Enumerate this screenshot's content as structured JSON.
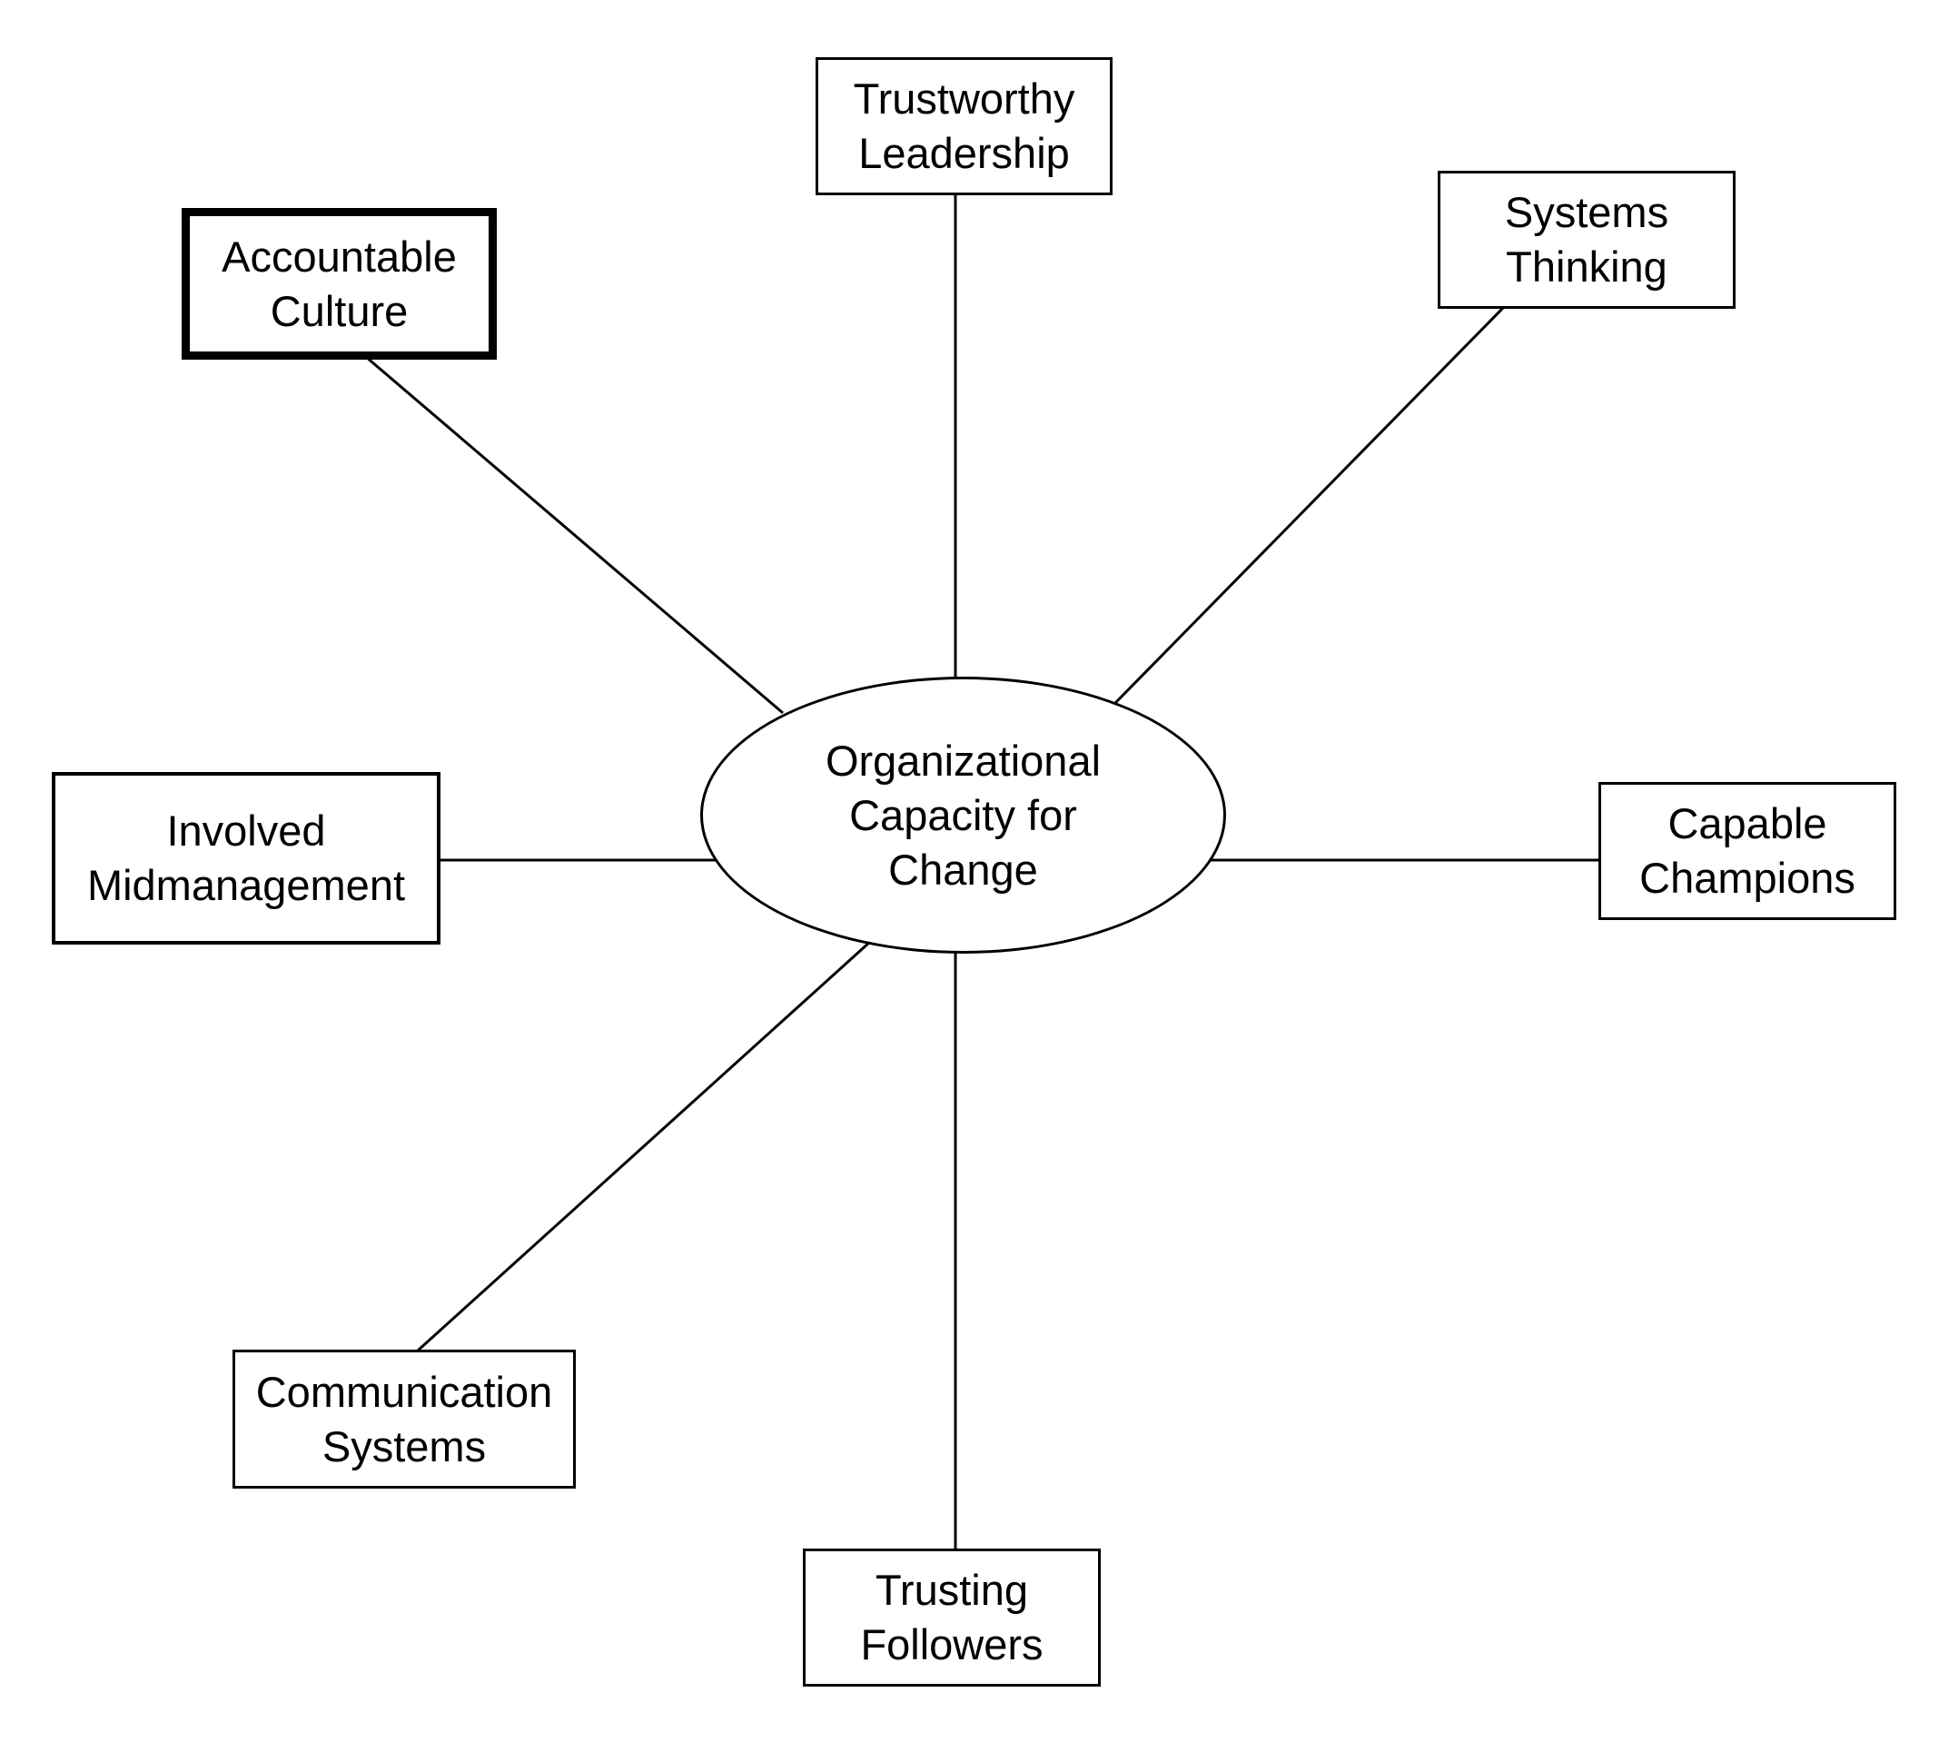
{
  "diagram": {
    "type": "hub-and-spoke",
    "center": {
      "id": "org-capacity",
      "lines": [
        "Organizational",
        "Capacity for",
        "Change"
      ]
    },
    "nodes": [
      {
        "id": "trustworthy-leadership",
        "lines": [
          "Trustworthy",
          "Leadership"
        ],
        "emphasis": false
      },
      {
        "id": "systems-thinking",
        "lines": [
          "Systems",
          "Thinking"
        ],
        "emphasis": false
      },
      {
        "id": "capable-champions",
        "lines": [
          "Capable",
          "Champions"
        ],
        "emphasis": false
      },
      {
        "id": "trusting-followers",
        "lines": [
          "Trusting",
          "Followers"
        ],
        "emphasis": false
      },
      {
        "id": "communication-systems",
        "lines": [
          "Communication",
          "Systems"
        ],
        "emphasis": false
      },
      {
        "id": "involved-midmanagement",
        "lines": [
          "Involved",
          "Midmanagement"
        ],
        "emphasis": false
      },
      {
        "id": "accountable-culture",
        "lines": [
          "Accountable",
          "Culture"
        ],
        "emphasis": true
      }
    ],
    "edges": [
      {
        "from": "org-capacity",
        "to": "trustworthy-leadership"
      },
      {
        "from": "org-capacity",
        "to": "systems-thinking"
      },
      {
        "from": "org-capacity",
        "to": "capable-champions"
      },
      {
        "from": "org-capacity",
        "to": "trusting-followers"
      },
      {
        "from": "org-capacity",
        "to": "communication-systems"
      },
      {
        "from": "org-capacity",
        "to": "involved-midmanagement"
      },
      {
        "from": "org-capacity",
        "to": "accountable-culture"
      }
    ],
    "colors": {
      "stroke": "#000000",
      "fill": "#ffffff"
    }
  }
}
